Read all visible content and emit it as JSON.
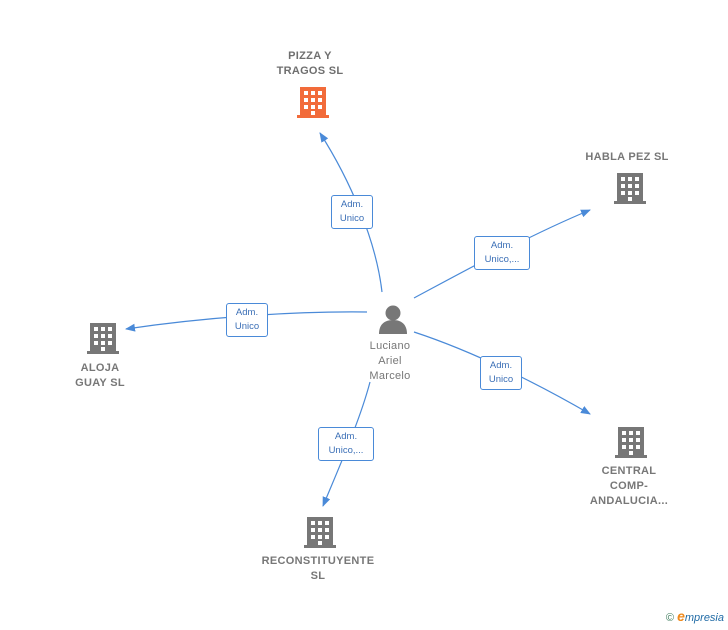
{
  "colors": {
    "edge": "#4a8ad8",
    "building_default": "#777777",
    "building_highlight": "#f26b3a",
    "person": "#777777"
  },
  "center": {
    "label": "Luciano\nAriel\nMarcelo",
    "icon": "person-icon"
  },
  "nodes": [
    {
      "id": "pizza",
      "label": "PIZZA Y\nTRAGOS  SL",
      "icon": "building-icon",
      "highlight": true
    },
    {
      "id": "habla",
      "label": "HABLA PEZ  SL",
      "icon": "building-icon",
      "highlight": false
    },
    {
      "id": "aloja",
      "label": "ALOJA\nGUAY  SL",
      "icon": "building-icon",
      "highlight": false
    },
    {
      "id": "central",
      "label": "CENTRAL\nCOMP-\nANDALUCIA...",
      "icon": "building-icon",
      "highlight": false
    },
    {
      "id": "recon",
      "label": "RECONSTITUYENTE\nSL",
      "icon": "building-icon",
      "highlight": false
    }
  ],
  "edges": [
    {
      "to": "pizza",
      "label": "Adm.\nUnico"
    },
    {
      "to": "habla",
      "label": "Adm.\nUnico,..."
    },
    {
      "to": "aloja",
      "label": "Adm.\nUnico"
    },
    {
      "to": "central",
      "label": "Adm.\nUnico"
    },
    {
      "to": "recon",
      "label": "Adm.\nUnico,..."
    }
  ],
  "footer": {
    "symbol": "©",
    "brand_first": "e",
    "brand_rest": "mpresia"
  }
}
